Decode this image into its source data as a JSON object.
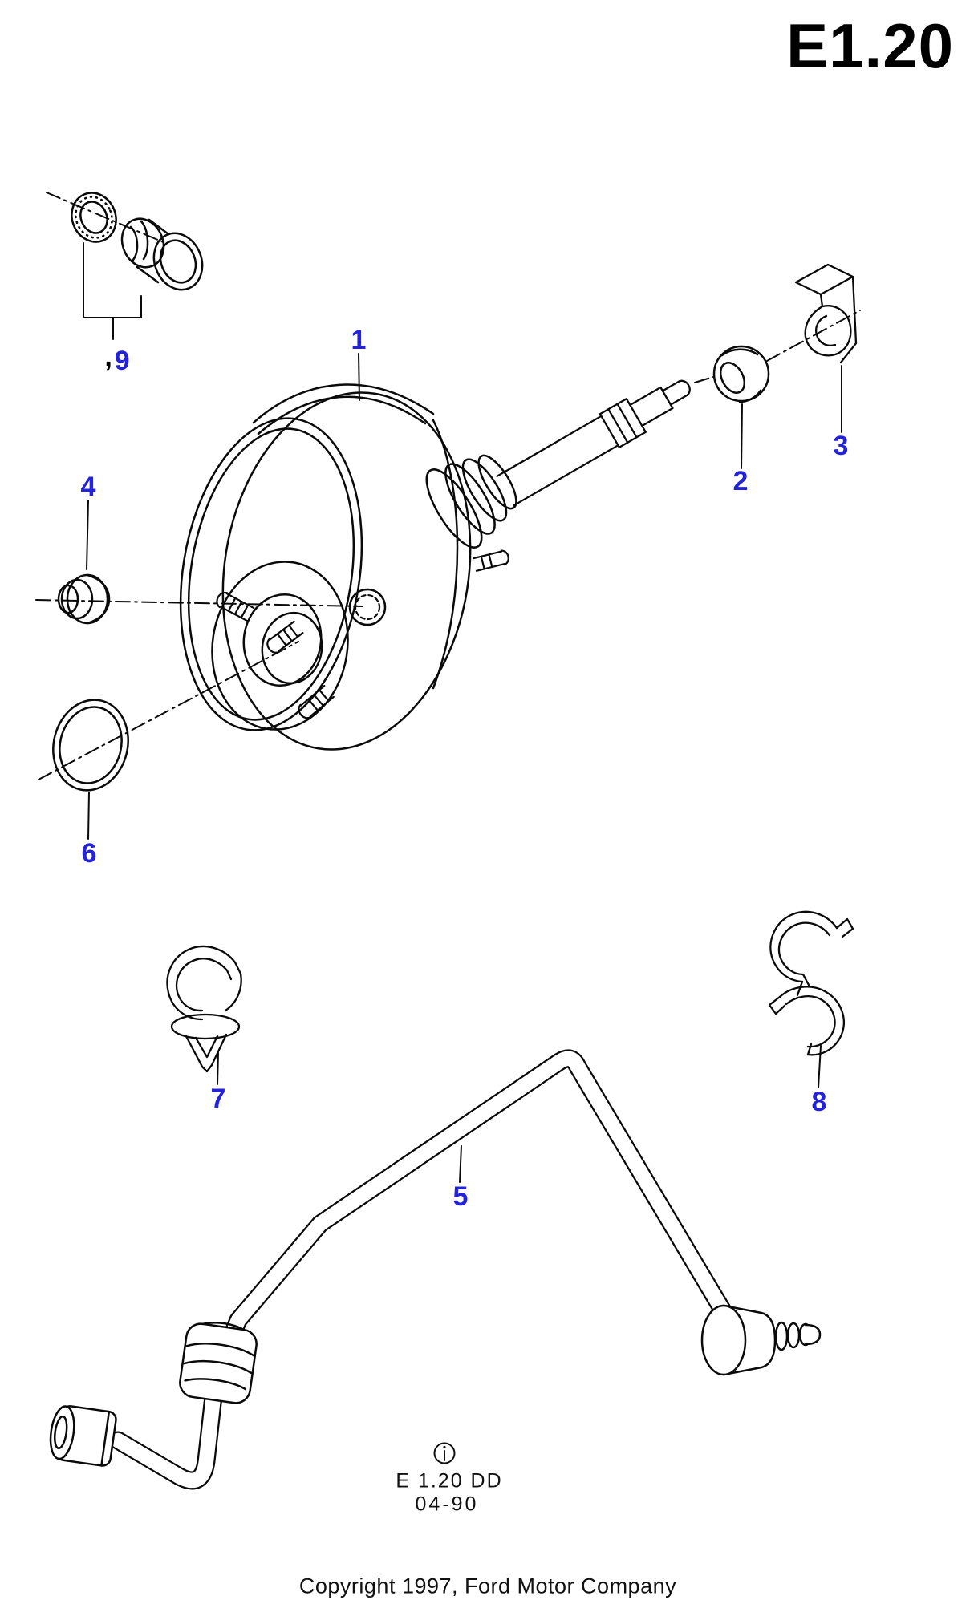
{
  "page": {
    "title": "E1.20",
    "background_color": "#ffffff",
    "line_color": "#0a0a0a",
    "label_color": "#2222dd"
  },
  "part_labels": [
    {
      "id": "1"
    },
    {
      "id": "2"
    },
    {
      "id": "3"
    },
    {
      "id": "4"
    },
    {
      "id": "5"
    },
    {
      "id": "6"
    },
    {
      "id": "7"
    },
    {
      "id": "8"
    },
    {
      "id": "9",
      "prefix": ","
    }
  ],
  "footer": {
    "drawing_code": "E 1.20 DD",
    "drawing_date": "04-90",
    "copyright": "Copyright 1997, Ford Motor Company"
  }
}
